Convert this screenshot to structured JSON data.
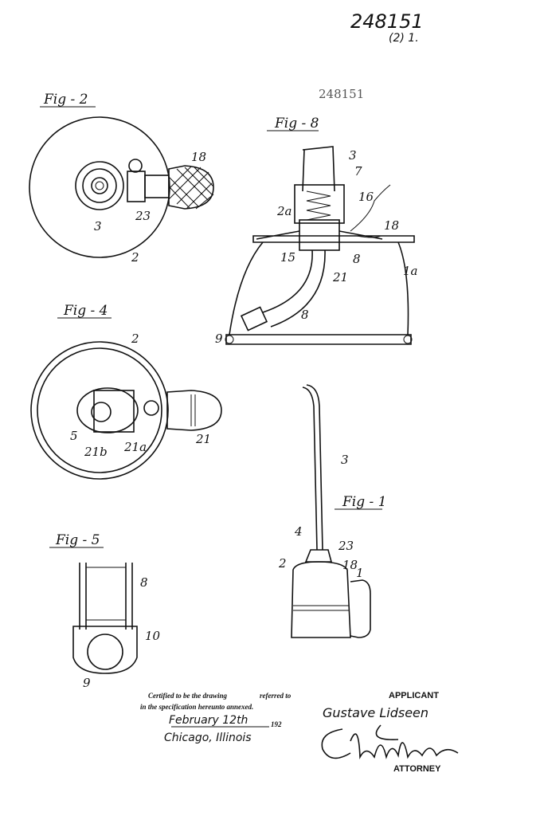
{
  "header": {
    "handwritten_number": "248151",
    "handwritten_sub": "(2) 1.",
    "patent_number": "248151"
  },
  "figures": {
    "fig2": {
      "label": "Fig - 2",
      "refs": [
        "18",
        "3",
        "23",
        "2"
      ]
    },
    "fig8": {
      "label": "Fig - 8",
      "refs": [
        "3",
        "7",
        "16",
        "2a",
        "18",
        "15",
        "8",
        "21",
        "1a",
        "8",
        "9"
      ]
    },
    "fig4": {
      "label": "Fig - 4",
      "refs": [
        "2",
        "5",
        "21b",
        "21a",
        "21"
      ]
    },
    "fig1": {
      "label": "Fig - 1",
      "refs": [
        "3",
        "4",
        "23",
        "2",
        "18",
        "1"
      ]
    },
    "fig5": {
      "label": "Fig - 5",
      "refs": [
        "8",
        "10",
        "9"
      ]
    }
  },
  "certification": {
    "line1_a": "Certified to be the drawing",
    "line1_b": "referred to",
    "line2": "in the specification hereunto annexed.",
    "date": "February 12th",
    "year": "192",
    "place": "Chicago, Illinois"
  },
  "applicant": {
    "label": "APPLICANT",
    "name": "Gustave Lidseen"
  },
  "attorney": {
    "label": "ATTORNEY",
    "signature": "Charles W. Hills"
  }
}
